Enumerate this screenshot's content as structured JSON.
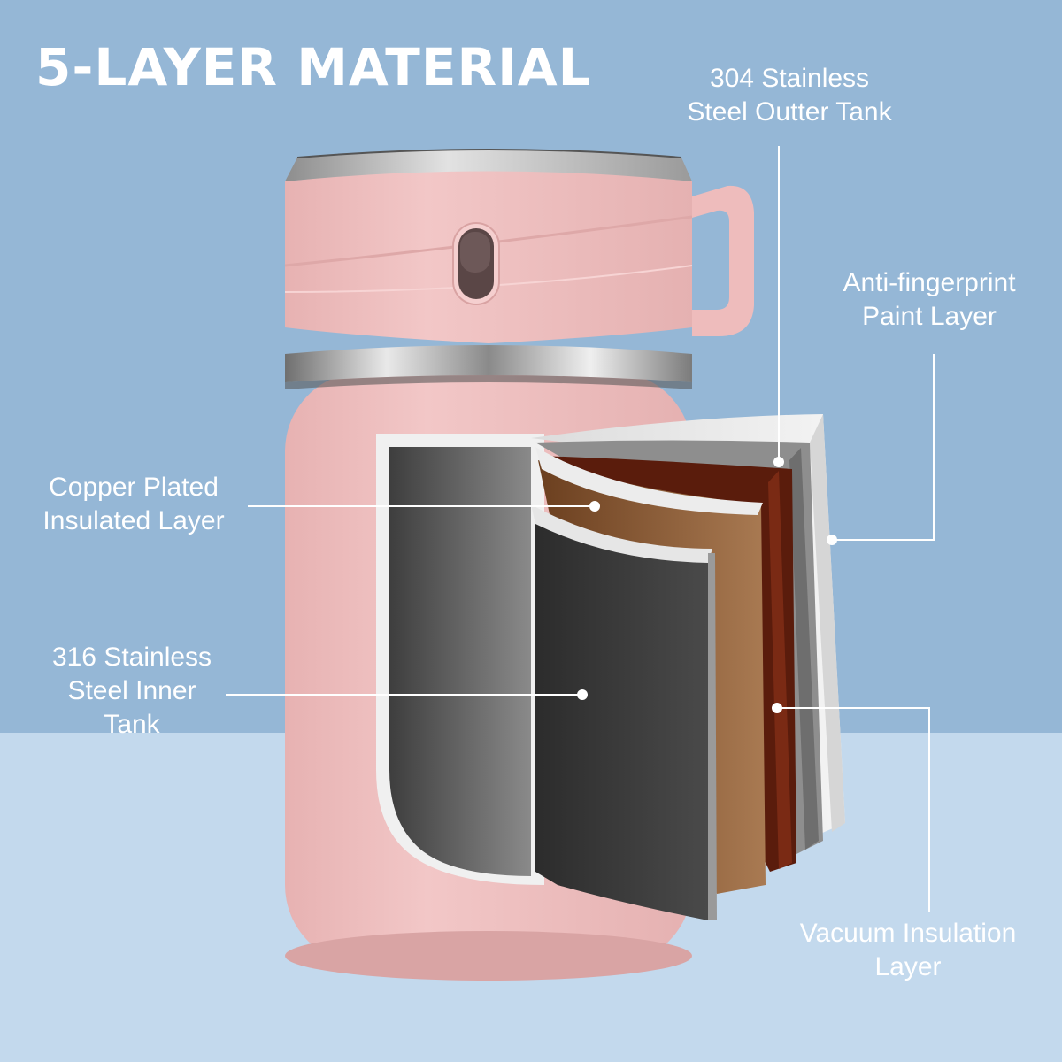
{
  "headline": "5-LAYER MATERIAL",
  "callouts": {
    "outer_tank": {
      "line1": "304 Stainless",
      "line2": "Steel Outter Tank"
    },
    "paint_layer": {
      "line1": "Anti-fingerprint",
      "line2": "Paint Layer"
    },
    "copper_layer": {
      "line1": "Copper Plated",
      "line2": "Insulated Layer"
    },
    "inner_tank": {
      "line1": "316 Stainless",
      "line2": "Steel Inner",
      "line3": "Tank"
    },
    "vacuum_layer": {
      "line1": "Vacuum Insulation",
      "line2": "Layer"
    }
  },
  "colors": {
    "wall": "#95b7d6",
    "floor": "#c3d9ed",
    "flask_pink": "#eebdbd",
    "steel": "#c8c8c8",
    "copper": "#8c5a33",
    "inner_dark": "#3b3b3b",
    "text": "#ffffff"
  }
}
